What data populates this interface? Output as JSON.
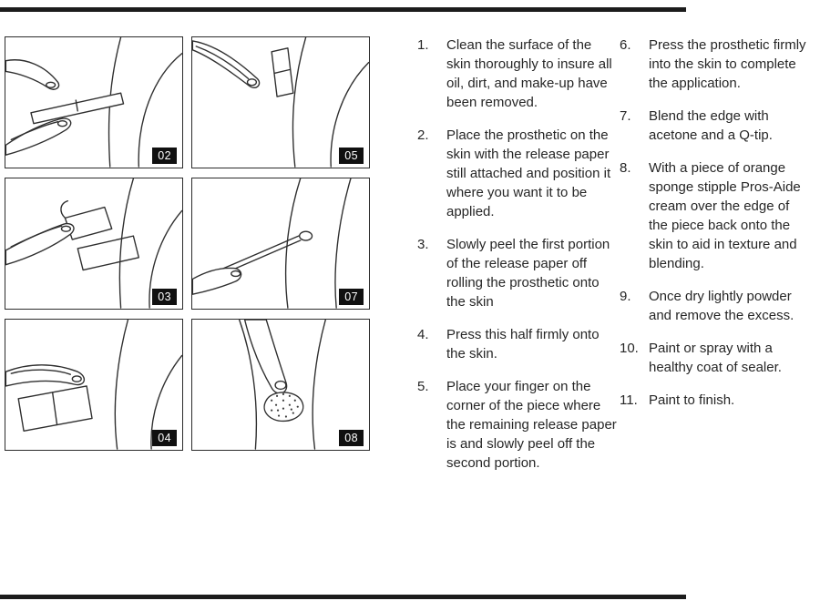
{
  "colors": {
    "bar": "#1c1c1c",
    "badge_bg": "#101010",
    "text": "#262626"
  },
  "panels": [
    {
      "label": "02"
    },
    {
      "label": "05"
    },
    {
      "label": "03"
    },
    {
      "label": "07"
    },
    {
      "label": "04"
    },
    {
      "label": "08"
    }
  ],
  "instructions": {
    "col1": [
      {
        "num": "1.",
        "text": "Clean the surface of the skin thoroughly to insure all oil, dirt, and make-up have been removed."
      },
      {
        "num": "2.",
        "text": "Place the prosthetic on the skin with the release paper still attached and position it where you want it to be applied."
      },
      {
        "num": "3.",
        "text": "Slowly peel the first portion of the release paper off rolling the prosthetic onto the skin"
      },
      {
        "num": "4.",
        "text": "Press this half firmly onto the skin."
      },
      {
        "num": "5.",
        "text": "Place your finger on the corner of the piece where the remaining release paper is and slowly peel off the second portion."
      }
    ],
    "col2": [
      {
        "num": "6.",
        "text": "Press the prosthetic firmly into the skin to complete the application."
      },
      {
        "num": "7.",
        "text": "Blend the edge with acetone and a Q-tip."
      },
      {
        "num": "8.",
        "text": "With a piece of orange sponge stipple Pros-Aide cream over the edge of the piece back onto the skin to aid in texture and blending."
      },
      {
        "num": "9.",
        "text": "Once dry lightly powder and remove the excess."
      },
      {
        "num": "10.",
        "text": "Paint or spray with a healthy coat of sealer."
      },
      {
        "num": "11.",
        "text": "Paint to finish."
      }
    ]
  }
}
